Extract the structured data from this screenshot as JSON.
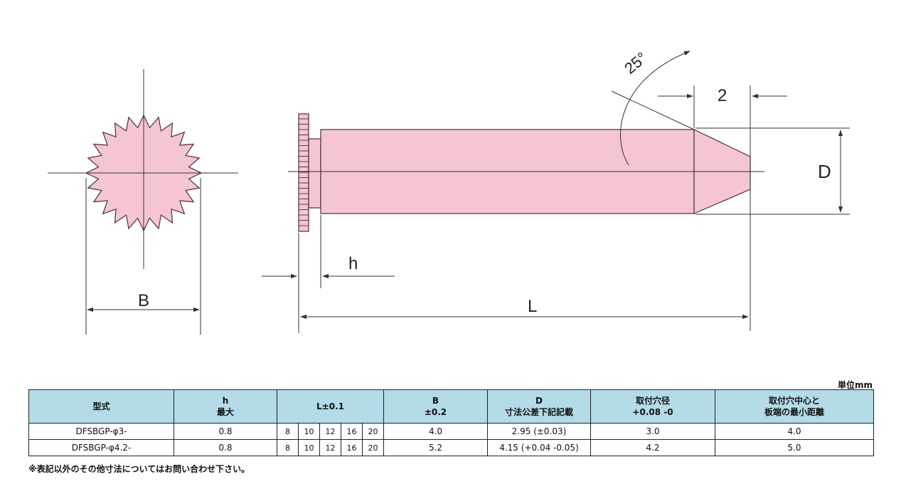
{
  "drawing": {
    "angle_label": "25°",
    "chamfer_label": "2",
    "d_label": "D",
    "h_label": "h",
    "l_label": "L",
    "b_label": "B",
    "colors": {
      "fill": "#f5c6d1",
      "stroke": "#4a2f38",
      "line": "#333333"
    }
  },
  "unit": "単位mm",
  "table": {
    "headers": {
      "model": "型式",
      "h_line1": "h",
      "h_line2": "最大",
      "l": "L±0.1",
      "b_line1": "B",
      "b_line2": "±0.2",
      "d_line1": "D",
      "d_line2": "寸法公差下記記載",
      "hole_line1": "取付穴径",
      "hole_line2": "+0.08 -0",
      "dist_line1": "取付穴中心と",
      "dist_line2": "板端の最小距離"
    },
    "rows": [
      {
        "model": "DFSBGP-φ3-",
        "h": "0.8",
        "l": [
          "8",
          "10",
          "12",
          "16",
          "20"
        ],
        "b": "4.0",
        "d": "2.95 (±0.03)",
        "hole": "3.0",
        "dist": "4.0"
      },
      {
        "model": "DFSBGP-φ4.2-",
        "h": "0.8",
        "l": [
          "8",
          "10",
          "12",
          "16",
          "20"
        ],
        "b": "5.2",
        "d": "4.15 (+0.04 -0.05)",
        "hole": "4.2",
        "dist": "5.0"
      }
    ]
  },
  "note": "※表記以外のその他寸法についてはお問い合わせ下さい。"
}
